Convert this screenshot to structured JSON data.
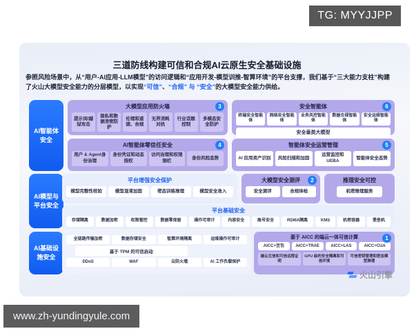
{
  "top_bar": {
    "badge": "TG: MYYJJPP"
  },
  "watermark": {
    "text": "www.zh-yundingyule.com"
  },
  "colors": {
    "brand_blue": "#1565f6",
    "badge_blue": "#1e80f7",
    "purple_panel": "#b3a8ea",
    "lavender_chip": "#cdc4f1",
    "light_blue_panel": "#e8eefb",
    "highlight_text": "#2166f2",
    "tg_badge_bg": "#57575a"
  },
  "slide": {
    "title": "三道防线构建可信和合规AI云原生安全基础设施",
    "intro_segments": [
      {
        "text": "参照风险场景中，从“用户-AI应用-LLM模型”的访问逻辑和“应用开发-模型训推-智算环境”的平台支撑，我们基于“三大能力支柱”构建了火山大模型安全能力的分层模型，以实现",
        "hl": false
      },
      {
        "text": "“可信”",
        "hl": true
      },
      {
        "text": "、",
        "hl": false
      },
      {
        "text": "“合规”",
        "hl": true
      },
      {
        "text": " 与 ",
        "hl": true
      },
      {
        "text": "“安全”",
        "hl": true
      },
      {
        "text": "的大模型安全能力供给。",
        "hl": false
      }
    ],
    "sidebar": [
      {
        "label": "AI智能体安全"
      },
      {
        "label": "AI模型与平台安全"
      },
      {
        "label": "AI基础设施安全"
      }
    ],
    "boxes": {
      "firewall": {
        "title": "大模型应用防火墙",
        "badge": "3",
        "chips": [
          "提示词/越狱攻击",
          "隐私和数据泄密防护",
          "伦理和道德、合规",
          "无界消耗对抗",
          "行业话题控制",
          "多模态安全防护"
        ]
      },
      "security_agent": {
        "title": "安全智能体",
        "badge": "6",
        "chips": [
          "终端安全智能体",
          "网络安全智能体",
          "业务风控智能体",
          "数据合规智能体",
          "安全运维智能体"
        ],
        "wide_chip": "安全垂类大模型"
      },
      "zero_trust": {
        "title": "AI智能体零信任安全",
        "badge": "4",
        "chips": [
          "用户 & Agent身份治理",
          "身份凭证和动态授权",
          "访问治理和权限围栏",
          "身份风险态势"
        ]
      },
      "agent_ops": {
        "title": "智能体安全运营管理",
        "badge": "5",
        "chips": [
          "AI 应用资产识别",
          "风险扫描和加固",
          "运营监控和 UEBA",
          "智能体安全态势"
        ]
      },
      "platform_enhanced": {
        "title": "平台增强安全保护",
        "chips": [
          "模型完整性校验",
          "模型混淆加固",
          "密态训练推理",
          "模型安全准入"
        ]
      },
      "model_eval": {
        "title": "大模型安全测评",
        "badge": "2",
        "chips": [
          "安全测评",
          "合规体检"
        ]
      },
      "inference": {
        "title": "推理安全可控",
        "chips": [
          "机密推理服务"
        ]
      },
      "platform_base": {
        "title": "平台基础安全",
        "chips": [
          "存储隔离",
          "数据加密",
          "权限管控",
          "数据零保留",
          "操作可审计",
          "内容安全",
          "账号安全",
          "RDMA隔离",
          "KMS",
          "机密容器",
          "堡垒机"
        ]
      },
      "infra": {
        "row1": [
          "全链路传输加密",
          "数据存储安全",
          "智算环境隔离",
          "运维操作可审计"
        ],
        "wide_chip": "基于 TPM 的可信启动",
        "row2": [
          "DDoS",
          "WAF",
          "云防火墙",
          "AI 工作负载保护"
        ]
      },
      "aicc": {
        "title": "基于 AICC 的端云一体可信计算",
        "badge": "1",
        "row1": [
          "AICC+豆包",
          "AICC+TRAE",
          "AICC+LAS",
          "AICC+CUA"
        ],
        "row2": [
          "端云互信和可信远程证明",
          "GPU 级的安全隔离和可信环境",
          "可信密钥管理和密态模型推理"
        ]
      }
    },
    "logo": {
      "text": "火山引擎"
    }
  }
}
